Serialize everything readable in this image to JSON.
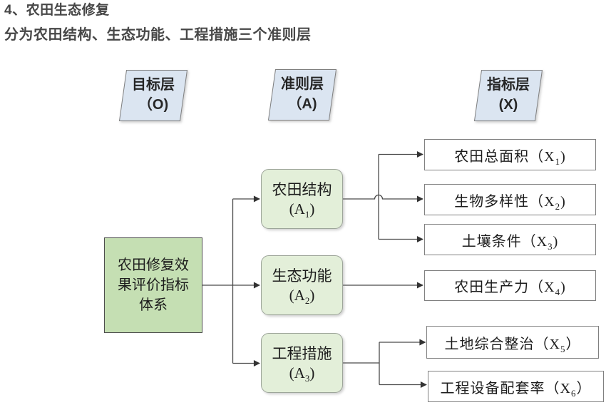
{
  "title": {
    "line1": "4、农田生态修复",
    "line2": "分为农田结构、生态功能、工程措施三个准则层"
  },
  "layer_headers": [
    {
      "line1": "目标层",
      "line2": "（O)"
    },
    {
      "line1": "准则层",
      "line2": "（A)"
    },
    {
      "line1": "指标层",
      "line2": "(X)"
    }
  ],
  "goal_box": {
    "line1": "农田修复效",
    "line2": "果评价指标",
    "line3": "体系"
  },
  "criteria_boxes": [
    {
      "name": "农田结构",
      "code_prefix": "(A",
      "code_sub": "1",
      "code_suffix": ")"
    },
    {
      "name": "生态功能",
      "code_prefix": "(A",
      "code_sub": "2",
      "code_suffix": ")"
    },
    {
      "name": "工程措施",
      "code_prefix": "(A",
      "code_sub": "3",
      "code_suffix": ")"
    }
  ],
  "indicator_boxes": [
    {
      "prefix": "农田总面积（X",
      "sub": "1",
      "suffix": ")"
    },
    {
      "prefix": "生物多样性（X",
      "sub": "2",
      "suffix": ")"
    },
    {
      "prefix": "土壤条件（X",
      "sub": "3",
      "suffix": ")"
    },
    {
      "prefix": "农田生产力（X",
      "sub": "4",
      "suffix": ")"
    },
    {
      "prefix": "土地综合整治（X",
      "sub": "5",
      "suffix": "）"
    },
    {
      "prefix": "工程设备配套率（X",
      "sub": "6",
      "suffix": "）"
    }
  ],
  "colors": {
    "header_fill": "#dbe5f1",
    "header_border": "#7f7f7f",
    "goal_fill": "#c5dfb3",
    "criteria_fill": "#e3efd9",
    "indicator_fill": "#ffffff",
    "line": "#404040",
    "title_text": "#474747",
    "box_text": "#1c1c1c"
  }
}
